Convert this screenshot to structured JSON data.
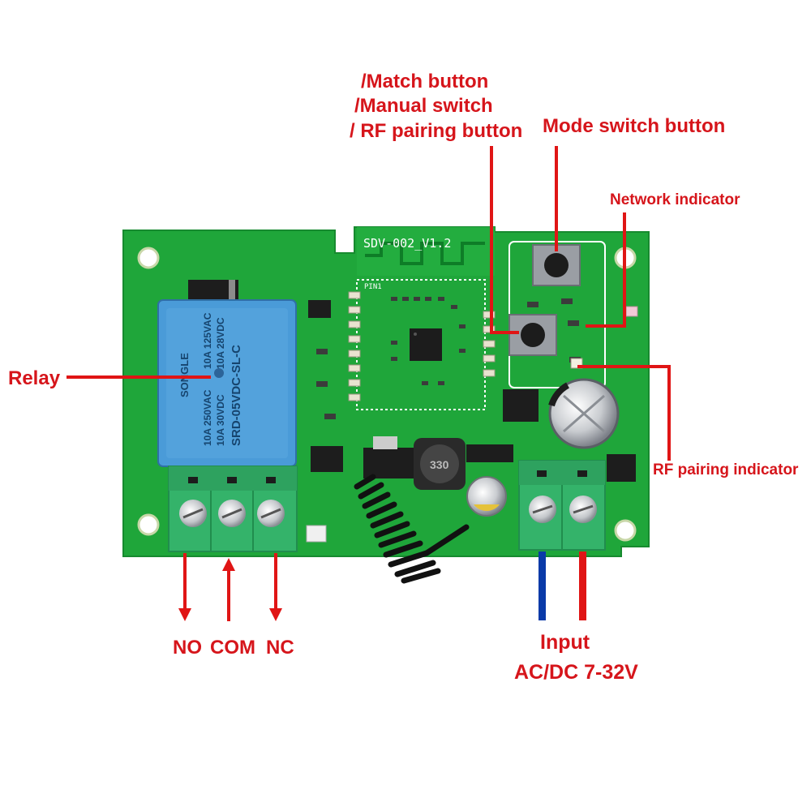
{
  "board": {
    "model": "SDV-002_V1.2",
    "pin_label": "PIN1"
  },
  "relay": {
    "brand": "SONGLE",
    "model": "SRD-05VDC-SL-C",
    "rating_ac_1": "10A 250VAC",
    "rating_ac_2": "10A 125VAC",
    "rating_dc_1": "10A 30VDC",
    "rating_dc_2": "10A 28VDC"
  },
  "inductor_code": "330",
  "labels": {
    "match_line1": "/Match button",
    "match_line2": "/Manual switch",
    "match_line3": "/ RF pairing button",
    "mode_switch": "Mode switch button",
    "network_indicator": "Network indicator",
    "relay": "Relay",
    "rf_pairing_indicator": "RF pairing indicator",
    "terminal_no": "NO",
    "terminal_com": "COM",
    "terminal_nc": "NC",
    "input_line1": "Input",
    "input_line2": "AC/DC 7-32V"
  },
  "colors": {
    "pcb": "#1fa63a",
    "label": "#d6151b",
    "relay": "#4a9bd8",
    "terminal": "#34b36a",
    "wire_positive": "#e01515",
    "wire_negative": "#0a3aa8"
  }
}
